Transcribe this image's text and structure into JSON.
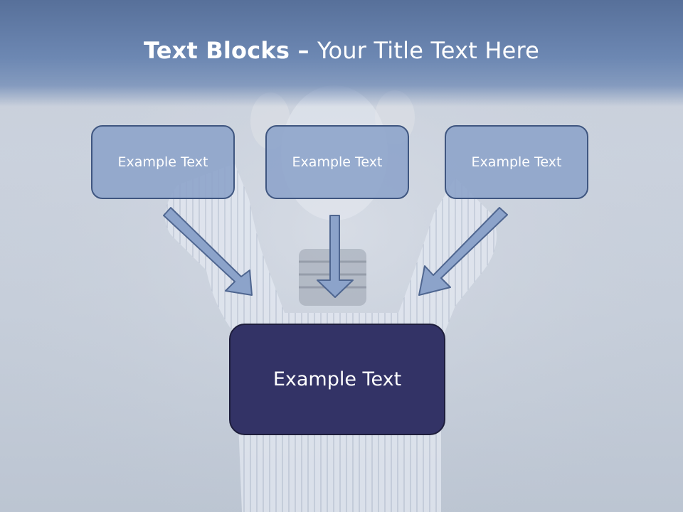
{
  "slide": {
    "title_bold": "Text Blocks",
    "title_dash": " – ",
    "title_rest": "Your Title Text Here"
  },
  "top_boxes": [
    {
      "label": "Example Text"
    },
    {
      "label": "Example Text"
    },
    {
      "label": "Example Text"
    }
  ],
  "center_box": {
    "label": "Example Text"
  },
  "colors": {
    "header": "#6d88b3",
    "small_box_fill": "#8ca3ca",
    "small_box_border": "#3f5680",
    "center_box_fill": "#333366",
    "arrow_fill": "#8ca3ca",
    "arrow_stroke": "#4f6690"
  }
}
